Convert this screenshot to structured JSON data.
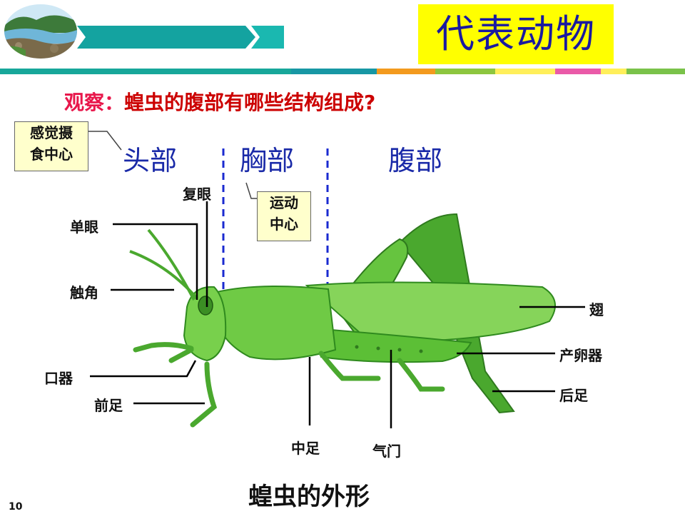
{
  "slide": {
    "title": "代表动物",
    "question_label": "观察：",
    "question_text": "蝗虫的腹部有哪些结构组成?",
    "caption": "蝗虫的外形",
    "page_number": "10"
  },
  "regions": {
    "head": "头部",
    "thorax": "胸部",
    "abdomen": "腹部"
  },
  "notes": {
    "sensory": [
      "感觉摄",
      "食中心"
    ],
    "movement": [
      "运动",
      "中心"
    ]
  },
  "parts": {
    "compound_eye": "复眼",
    "simple_eye": "单眼",
    "antenna": "触角",
    "mouthparts": "口器",
    "forelegs": "前足",
    "midlegs": "中足",
    "spiracle": "气门",
    "wings": "翅",
    "ovipositor": "产卵器",
    "hindlegs": "后足"
  },
  "colors": {
    "title_bg": "#ffff00",
    "title_text": "#1a1aa0",
    "question_label": "#e8174b",
    "question_text": "#cc0000",
    "region_text": "#1a2aa8",
    "divider": "#1a2ad0",
    "note_bg": "#ffffcc",
    "insect_body": "#5fc33a",
    "insect_dark": "#2f8a1e"
  },
  "icons": {
    "logo": "river-landscape-icon",
    "banner": "chevron-arrows-icon"
  }
}
